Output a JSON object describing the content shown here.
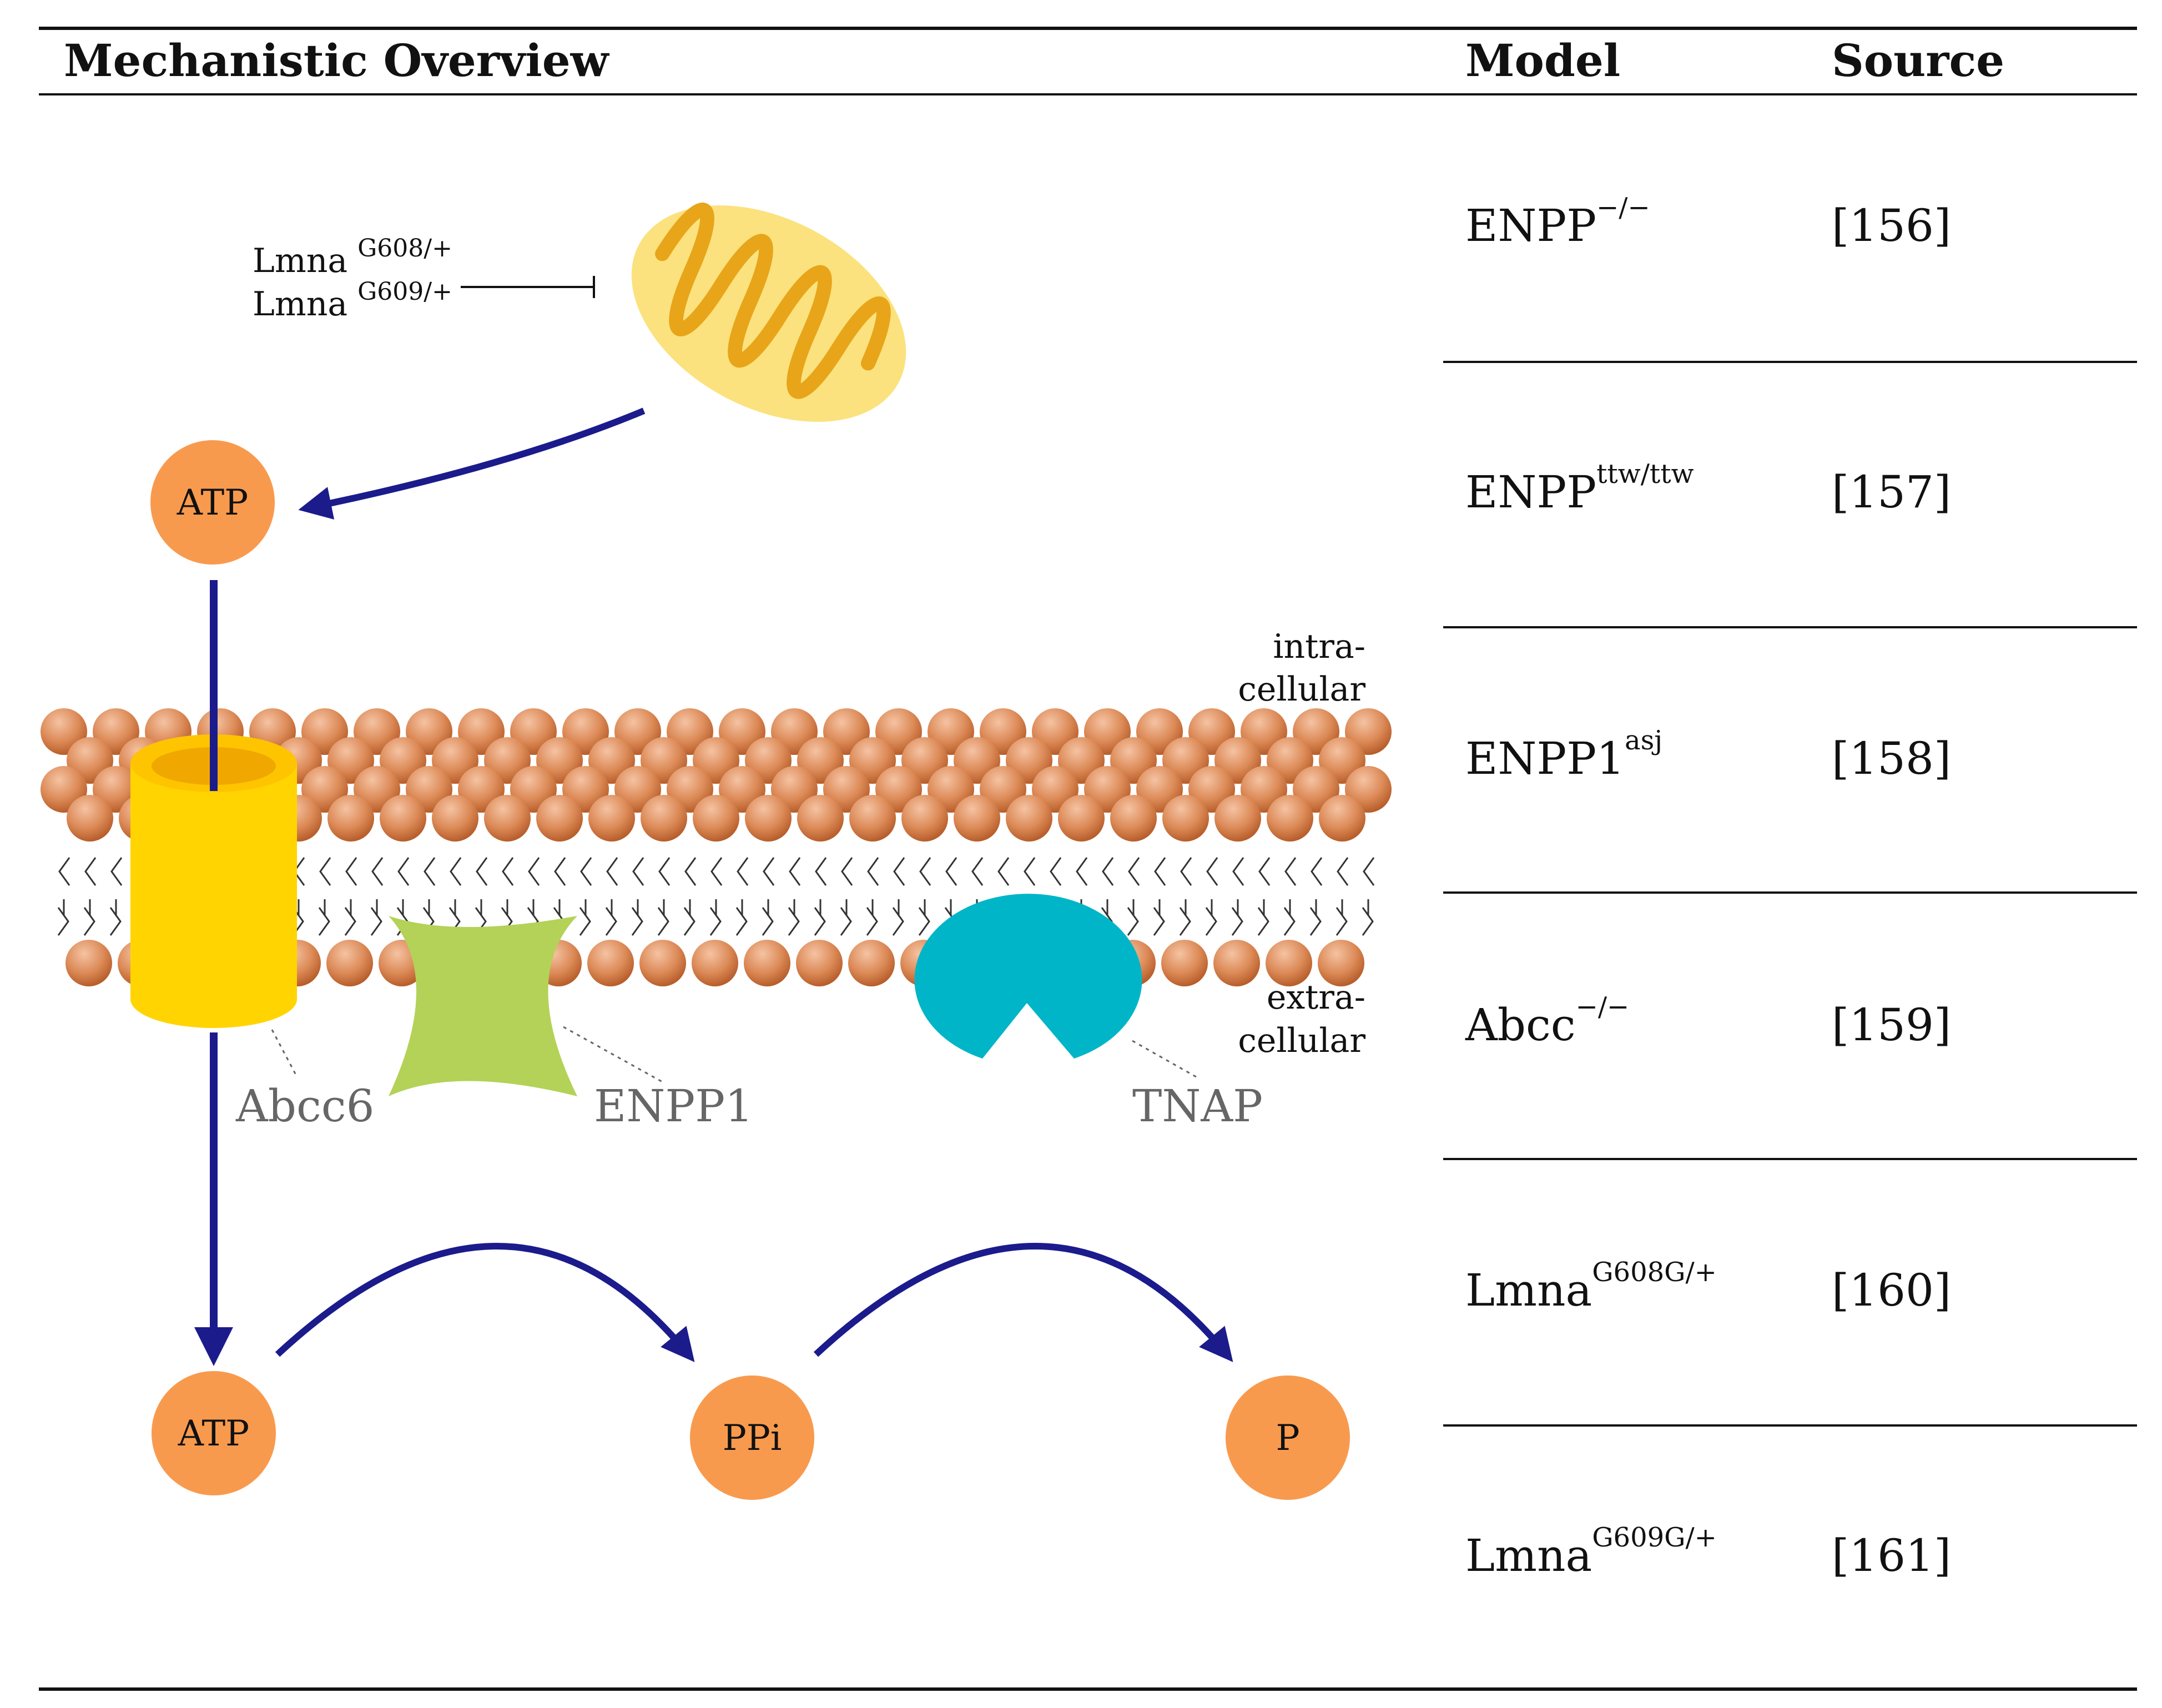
{
  "table": {
    "headers": {
      "overview": "Mechanistic Overview",
      "model": "Model",
      "source": "Source"
    },
    "rows": [
      {
        "model_base": "ENPP",
        "model_sup": "−/−",
        "source": "[156]"
      },
      {
        "model_base": "ENPP",
        "model_sup": "ttw/ttw",
        "source": "[157]"
      },
      {
        "model_base": "ENPP1",
        "model_sup": "asj",
        "source": "[158]"
      },
      {
        "model_base": "Abcc",
        "model_sup": "−/−",
        "source": "[159]"
      },
      {
        "model_base": "Lmna",
        "model_sup": "G608G/+",
        "source": "[160]"
      },
      {
        "model_base": "Lmna",
        "model_sup": "G609G/+",
        "source": "[161]"
      }
    ]
  },
  "diagram": {
    "lmna_base_1": "Lmna",
    "lmna_sup_1": "G608/+",
    "lmna_base_2": "Lmna",
    "lmna_sup_2": "G609/+",
    "atp_top": "ATP",
    "atp_bottom": "ATP",
    "ppi": "PPi",
    "p": "P",
    "intra_1": "intra-",
    "intra_2": "cellular",
    "extra_1": "extra-",
    "extra_2": "cellular",
    "abcc6": "Abcc6",
    "enpp1": "ENPP1",
    "tnap": "TNAP",
    "colors": {
      "node": "#F89A4E",
      "arrow": "#1B1B8C",
      "mito_fill": "#FBE27E",
      "mito_crista": "#E8A51A",
      "channel": "#FFD400",
      "enpp1": "#B3D257",
      "tnap": "#00B5C8",
      "lipid": "#D9834E"
    }
  }
}
